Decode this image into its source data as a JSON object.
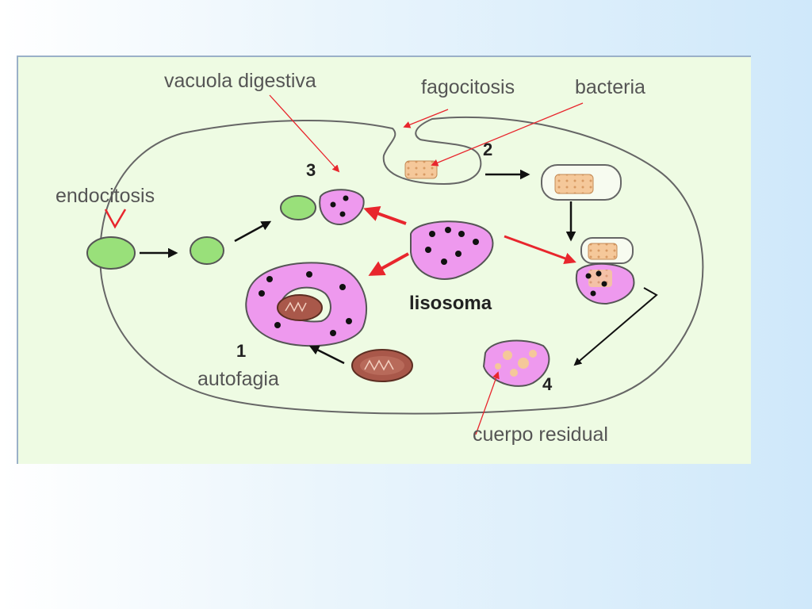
{
  "labels": {
    "vacuola_digestiva": "vacuola digestiva",
    "fagocitosis": "fagocitosis",
    "bacteria": "bacteria",
    "endocitosis": "endocitosis",
    "lisosoma": "lisosoma",
    "autofagia": "autofagia",
    "cuerpo_residual": "cuerpo residual"
  },
  "step_numbers": {
    "one": "1",
    "two": "2",
    "three": "3",
    "four": "4"
  },
  "colors": {
    "panel_background": "#eefbe3",
    "cell_outline": "#666666",
    "vesicle_green": "#99e07a",
    "lysosome_pink": "#ee99ee",
    "bacteria_tan": "#f5c89a",
    "mitochondrion_brown": "#a9584a",
    "pointer_red": "#e8262d",
    "arrow_black": "#111111"
  }
}
